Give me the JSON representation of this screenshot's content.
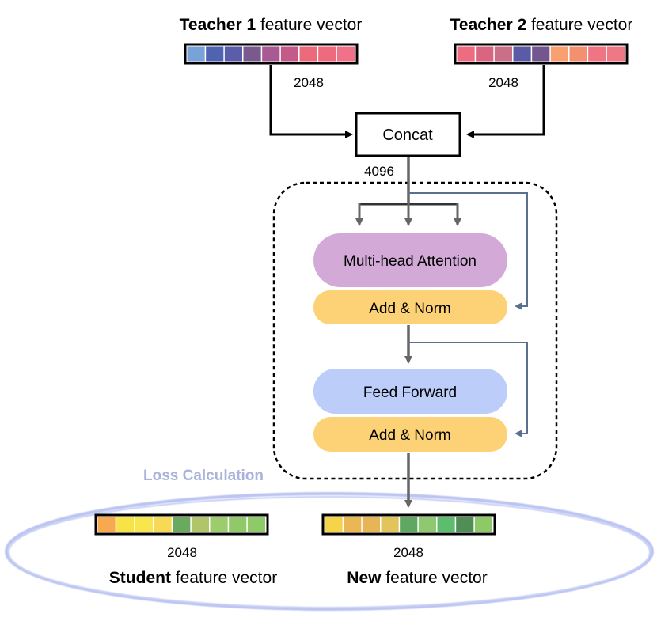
{
  "teachers": [
    {
      "bold": "Teacher 1",
      "rest": " feature vector",
      "dim": "2048",
      "cells": [
        "#79a2d8",
        "#5063b0",
        "#5a5ea8",
        "#7a5a8e",
        "#a85a95",
        "#c45a88",
        "#ed6a7c",
        "#ee6b7f",
        "#ef7288"
      ]
    },
    {
      "bold": "Teacher 2",
      "rest": " feature vector",
      "dim": "2048",
      "cells": [
        "#ee6b80",
        "#d96580",
        "#c96f88",
        "#5a5aa6",
        "#74568f",
        "#f8a070",
        "#f39070",
        "#ef7585",
        "#ef7886"
      ]
    }
  ],
  "concat": {
    "label": "Concat",
    "dim": "4096"
  },
  "transformer": {
    "attention_label": "Multi-head Attention",
    "add_norm_1": "Add & Norm",
    "feed_forward_label": "Feed Forward",
    "add_norm_2": "Add & Norm"
  },
  "loss_label": "Loss Calculation",
  "student": {
    "bold": "Student",
    "rest": " feature vector",
    "dim": "2048",
    "cells": [
      "#f8a94f",
      "#f7e345",
      "#f7e74c",
      "#f8d955",
      "#6aaa5e",
      "#b2c46a",
      "#9ccd6c",
      "#91c868",
      "#8fca69"
    ]
  },
  "new_vector": {
    "bold": "New",
    "rest": " feature vector",
    "dim": "2048",
    "cells": [
      "#f6d44a",
      "#eab753",
      "#e8b556",
      "#e2c55a",
      "#5ea862",
      "#8ec870",
      "#5cbd6e",
      "#4f8f55",
      "#8dca67"
    ]
  },
  "colors": {
    "attention": "#d3a9d8",
    "add_norm": "#fdd276",
    "feed_forward": "#bccdfa",
    "main_arrow": "#666666",
    "residual_arrow": "#59718f",
    "loss_ellipse": "#bcc5f2",
    "loss_text": "#a9b3db"
  }
}
